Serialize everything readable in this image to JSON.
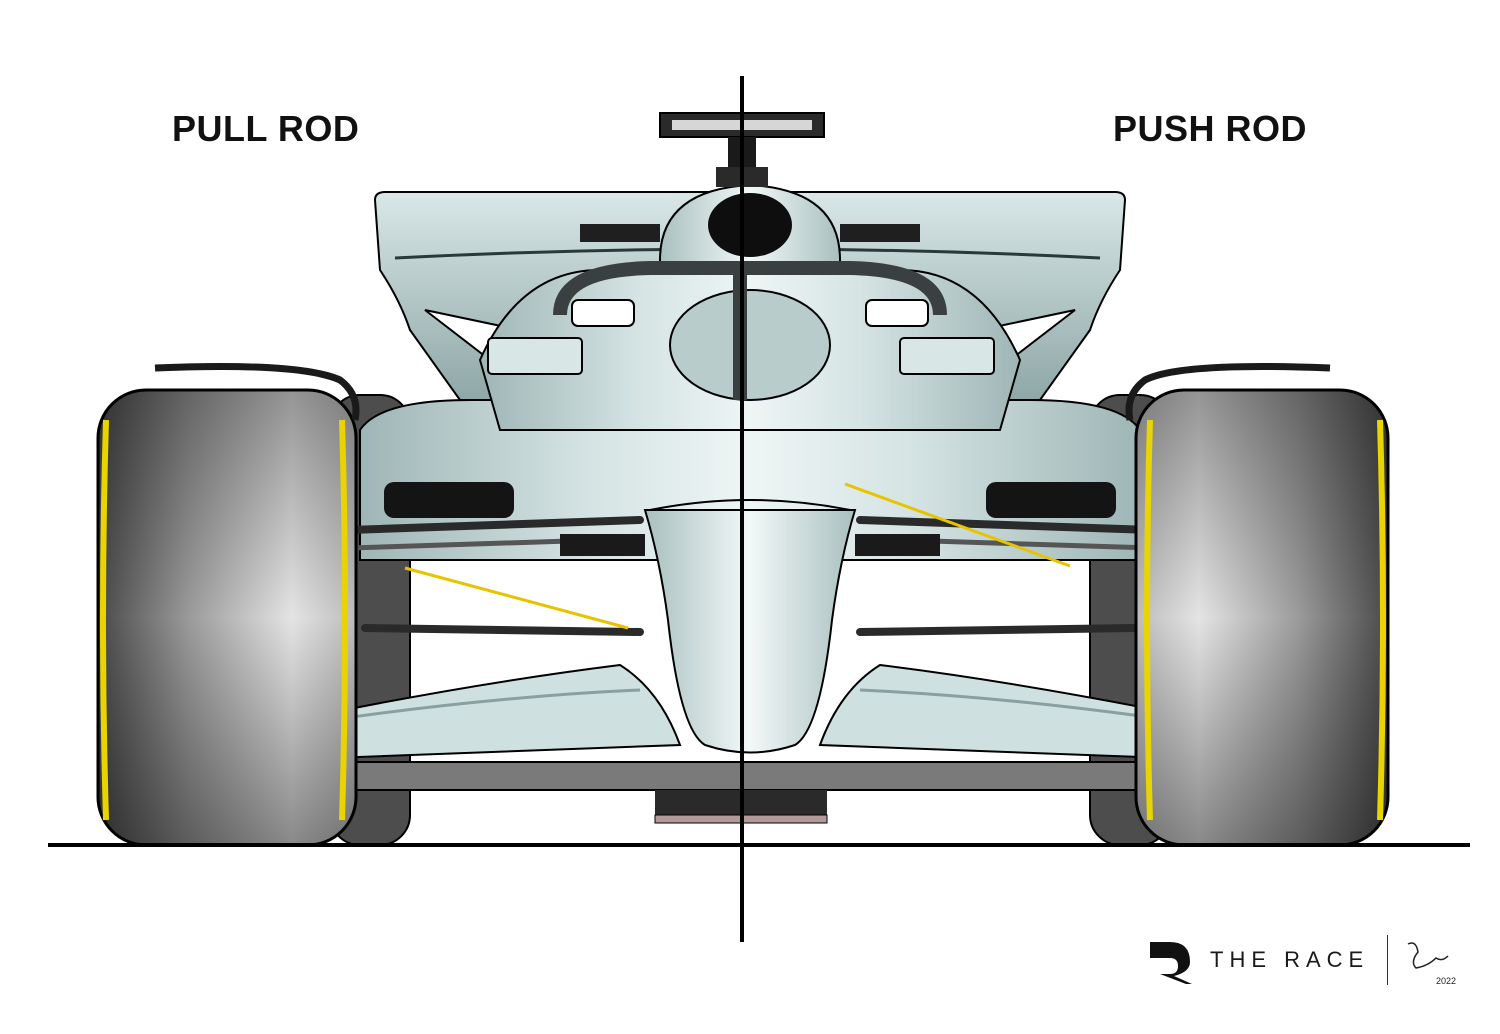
{
  "labels": {
    "left": "PULL ROD",
    "right": "PUSH ROD"
  },
  "brand": {
    "name": "THE RACE",
    "logo_icon": "race-r-logo",
    "signature_text": "2022"
  },
  "colors": {
    "body": "#c4d6d6",
    "body_highlight": "#eef5f5",
    "body_shadow": "#7e9494",
    "tyre": "#5a5a5a",
    "tyre_highlight": "#dedede",
    "tyre_stripe": "#e8d400",
    "rod": "#e8c300",
    "dark": "#111111",
    "line": "#000000"
  }
}
